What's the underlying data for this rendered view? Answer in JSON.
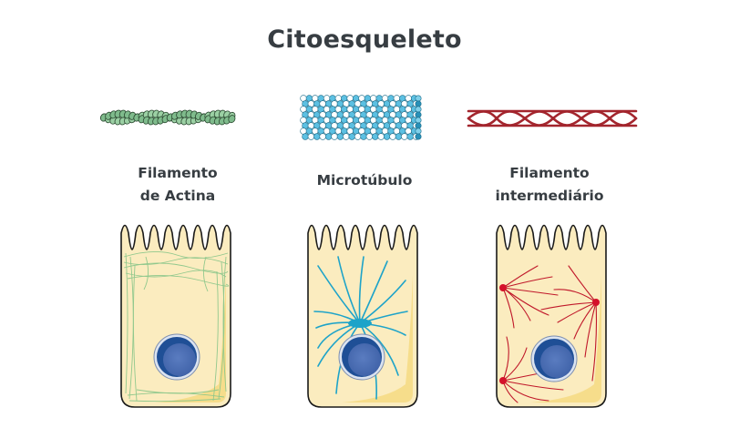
{
  "title": "Citoesqueleto",
  "columns": [
    {
      "id": "actina",
      "label_line1": "Filamento",
      "label_line2": "de Actina",
      "filament_color": "#8fc79a",
      "network_color": "#8cc78b"
    },
    {
      "id": "microtubulo",
      "label_line1": "Microtúbulo",
      "label_line2": "",
      "filament_color": "#4fb4d6",
      "network_color": "#1da3c9"
    },
    {
      "id": "intermediario",
      "label_line1": "Filamento",
      "label_line2": "intermediário",
      "filament_color": "#a3252d",
      "network_color": "#c0182a"
    }
  ],
  "colors": {
    "cell_fill": "#fbecbf",
    "cell_shade": "#f4d778",
    "cell_outline": "#1a1a1a",
    "nucleus_dark": "#1f4f96",
    "nucleus_light": "#4f72b6",
    "nucleus_rim": "#c9d3e6",
    "text": "#373d42"
  }
}
